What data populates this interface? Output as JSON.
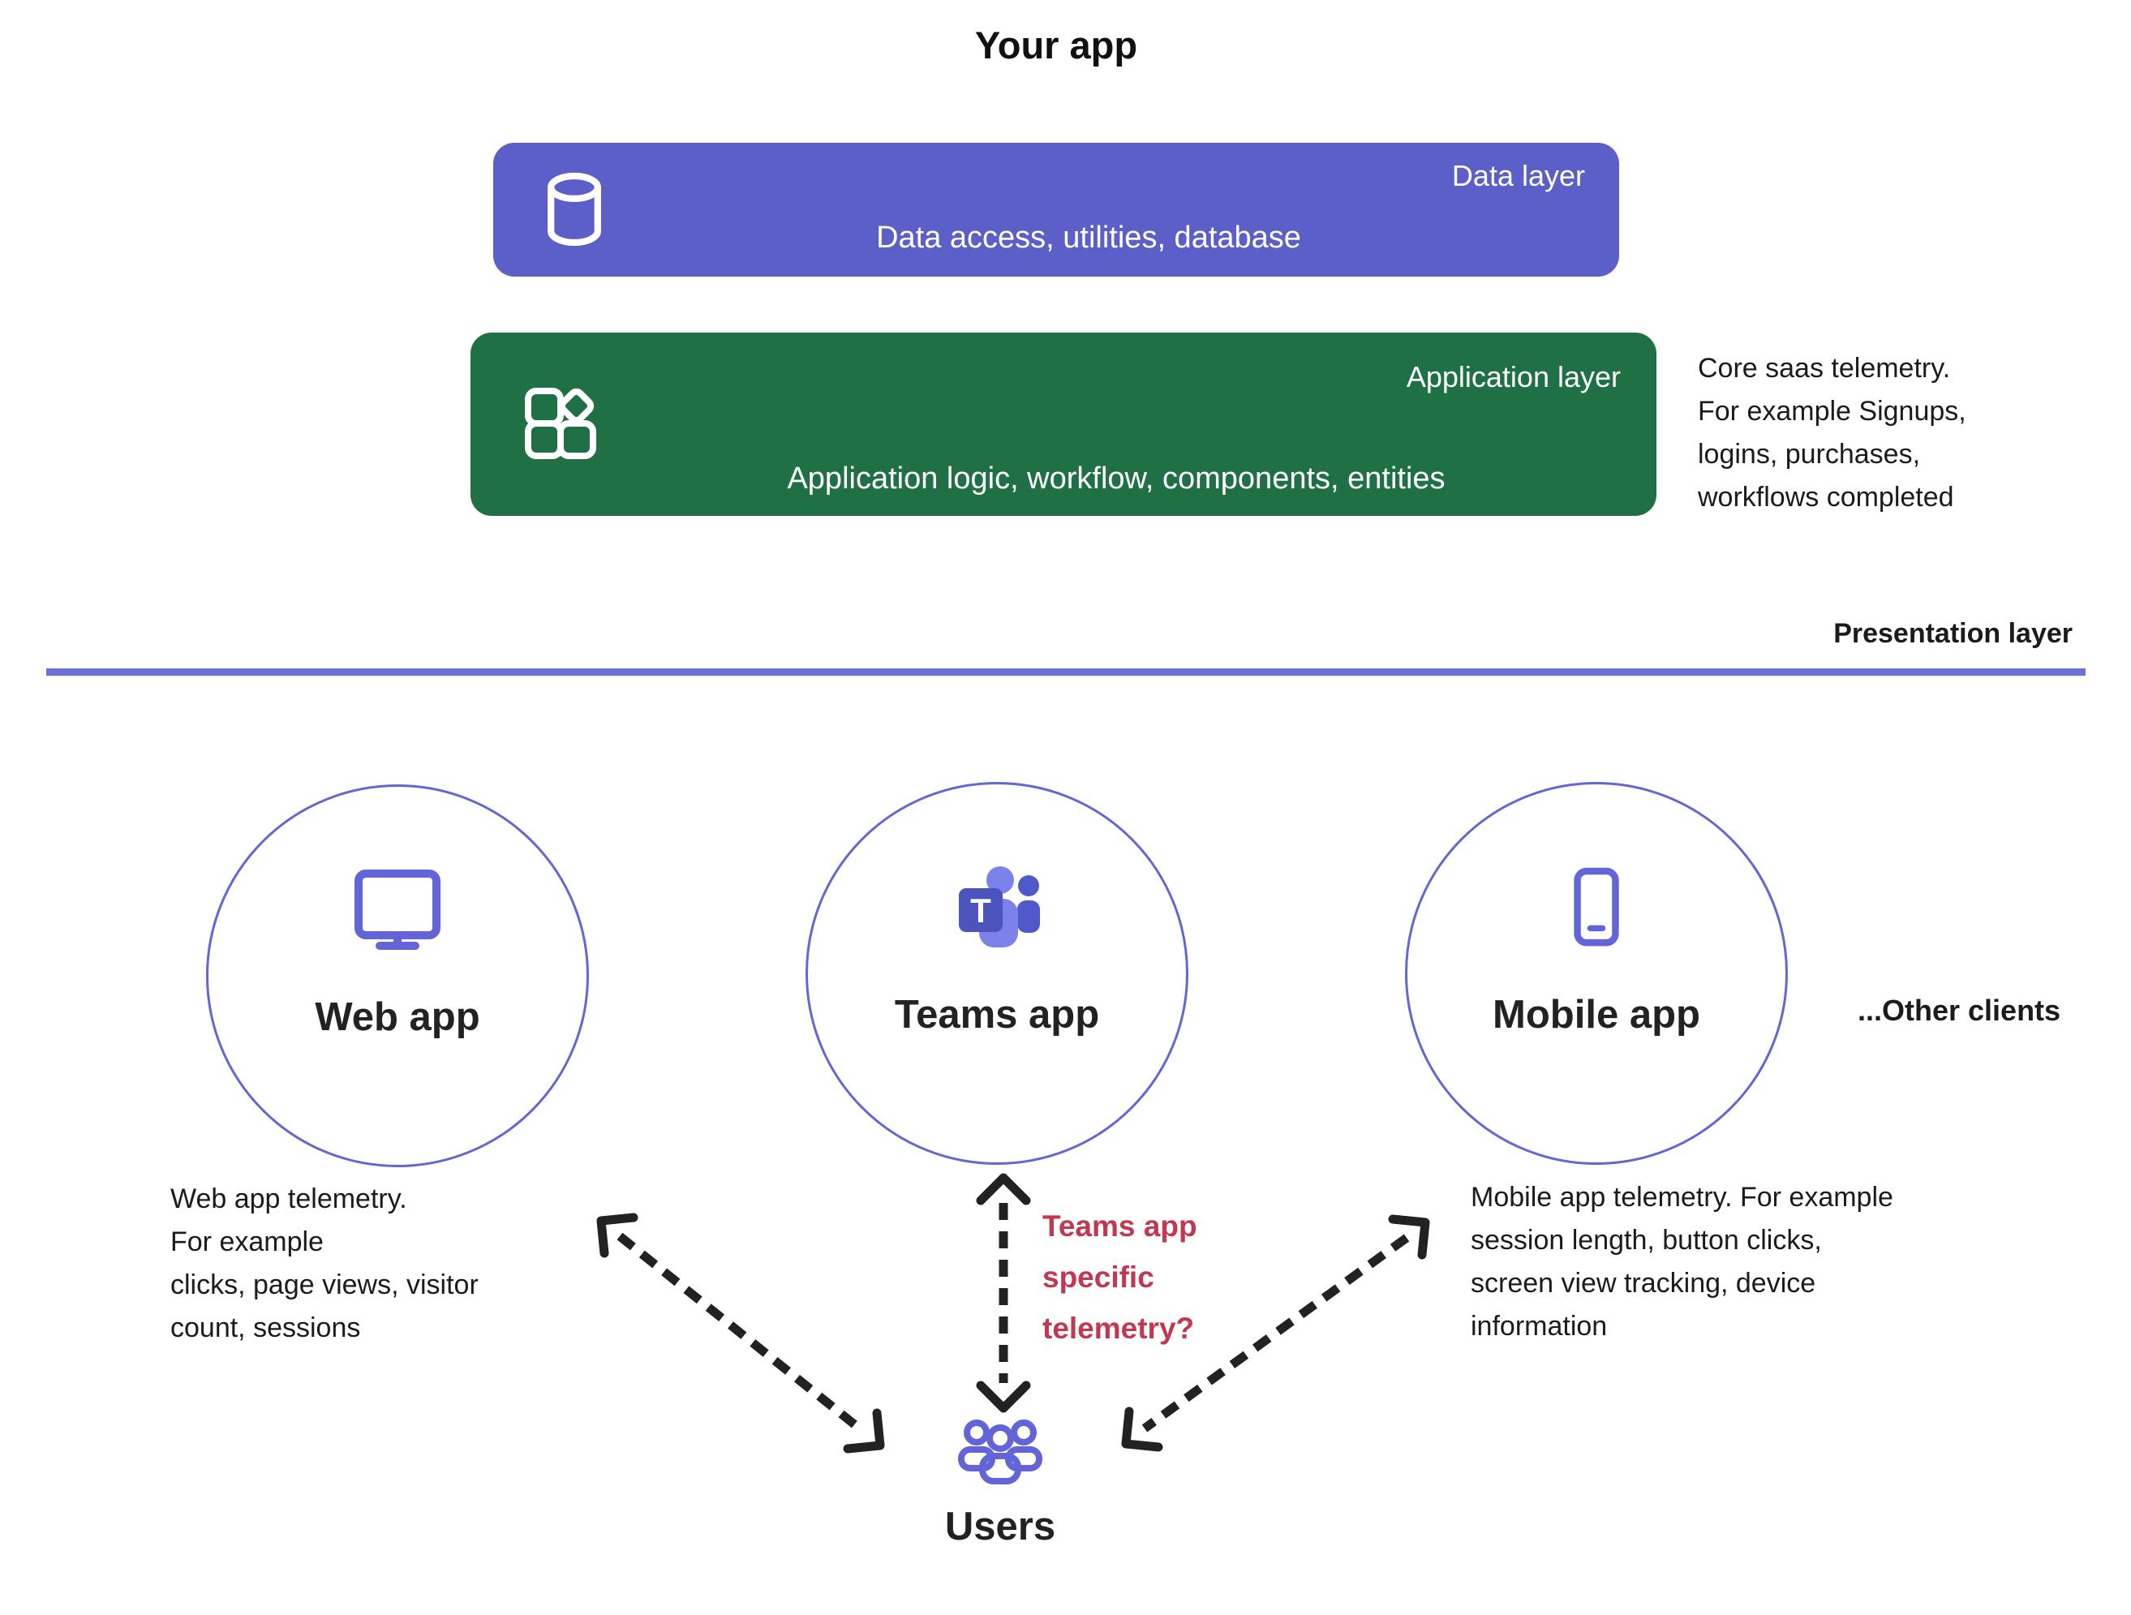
{
  "title": "Your app",
  "data_layer": {
    "label": "Data layer",
    "description": "Data access, utilities, database"
  },
  "application_layer": {
    "label": "Application layer",
    "description": "Application logic, workflow, components, entities",
    "note": "Core saas telemetry.\nFor example Signups,\nlogins, purchases,\nworkflows completed"
  },
  "presentation_layer": {
    "label": "Presentation layer"
  },
  "clients": {
    "web": {
      "label": "Web app",
      "icon": "monitor-icon",
      "note": "Web app telemetry.\nFor example\nclicks, page views, visitor\ncount, sessions"
    },
    "teams": {
      "label": "Teams app",
      "icon": "teams-icon",
      "logo_letter": "T",
      "note": "Teams app\nspecific\ntelemetry?"
    },
    "mobile": {
      "label": "Mobile app",
      "icon": "phone-icon",
      "note": "Mobile app telemetry. For example\nsession length, button clicks,\nscreen view tracking, device\ninformation"
    },
    "other": "...Other clients"
  },
  "users": {
    "label": "Users",
    "icon": "users-icon"
  },
  "colors": {
    "data_layer_bg": "#5b5fc7",
    "application_layer_bg": "#1f7145",
    "accent_purple": "#6264d8",
    "circle_stroke": "#6467d2",
    "divider": "#6c70dd",
    "note_red": "#c23751",
    "arrow": "#222222",
    "text": "#1b1b1b",
    "teams_light": "#7b83eb",
    "teams_dark": "#5059c9",
    "teams_square": "#4b53bc"
  }
}
